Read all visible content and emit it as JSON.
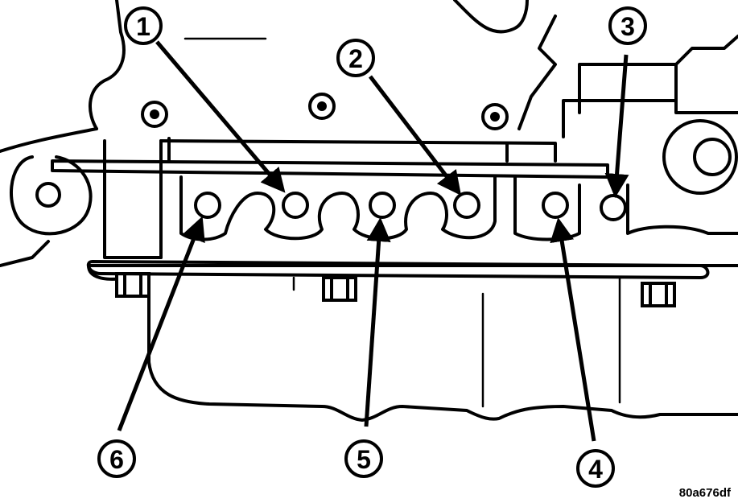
{
  "callouts": [
    {
      "id": "1",
      "label": "1"
    },
    {
      "id": "2",
      "label": "2"
    },
    {
      "id": "3",
      "label": "3"
    },
    {
      "id": "4",
      "label": "4"
    },
    {
      "id": "5",
      "label": "5"
    },
    {
      "id": "6",
      "label": "6"
    }
  ],
  "figure_code": "80a676df"
}
